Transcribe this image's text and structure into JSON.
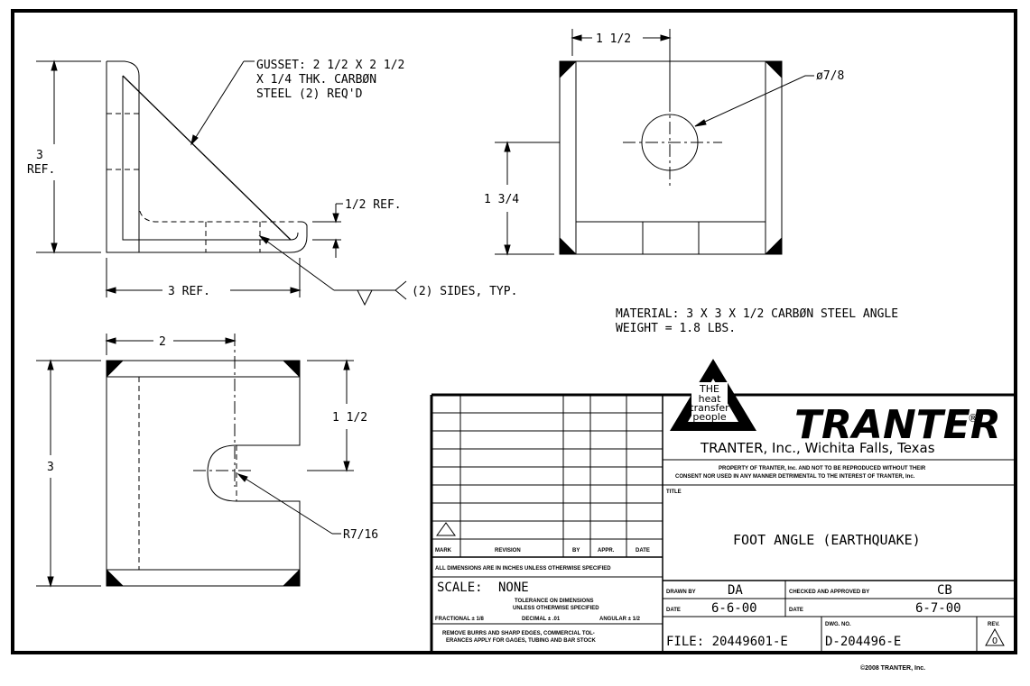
{
  "views": {
    "side": {
      "gusset_note": [
        "GUSSET: 2 1/2 X 2 1/2",
        "X 1/4 THK. CARBØN",
        "STEEL (2) REQ'D"
      ],
      "height_dim": [
        "3",
        "REF."
      ],
      "thickness_dim": "1/2 REF.",
      "width_dim": "3 REF.",
      "weld_note": "(2) SIDES, TYP."
    },
    "top": {
      "hole_offset_dim": "1 1/2",
      "hole_dia": "ø7/8",
      "hole_height_dim": "1 3/4"
    },
    "front": {
      "slot_offset_dim": "2",
      "slot_height_dim": "1 1/2",
      "height_dim": "3",
      "radius_dim": "R7/16"
    },
    "material_note": "MATERIAL: 3 X 3 X 1/2 CARBØN STEEL ANGLE",
    "weight_note": "WEIGHT = 1.8 LBS."
  },
  "revision_block": {
    "headers": [
      "MARK",
      "REVISION",
      "BY",
      "APPR.",
      "DATE"
    ],
    "units_note": "ALL DIMENSIONS ARE IN INCHES UNLESS OTHERWISE SPECIFIED",
    "scale_label": "SCALE:",
    "scale_value": "NONE",
    "tolerance_title": [
      "TOLERANCE ON DIMENSIONS",
      "UNLESS OTHERWISE SPECIFIED"
    ],
    "tolerance_values": {
      "fractional": "FRACTIONAL ±  1/8",
      "decimal": "DECIMAL ±  .01",
      "angular": "ANGULAR ± 1/2"
    },
    "burr_note": [
      "REMOVE BURRS AND SHARP EDGES, COMMERCIAL TOL-",
      "ERANCES APPLY FOR GAGES, TUBING AND BAR STOCK"
    ]
  },
  "title_block": {
    "logo_triangle_text": [
      "THE",
      "heat",
      "transfer",
      "people"
    ],
    "logo_word": "TRANTER",
    "registered_mark": "®",
    "company_line": "TRANTER, Inc., Wichita Falls, Texas",
    "property_note": [
      "PROPERTY OF TRANTER, Inc. AND NOT TO BE REPRODUCED WITHOUT THEIR",
      "CONSENT NOR USED IN ANY MANNER DETRIMENTAL TO THE INTEREST OF TRANTER, Inc."
    ],
    "title_label": "TITLE",
    "title": "FOOT ANGLE (EARTHQUAKE)",
    "drawn_by_label": "DRAWN BY",
    "drawn_by": "DA",
    "checked_label": "CHECKED AND APPROVED BY",
    "checked_by": "CB",
    "date_label": "DATE",
    "drawn_date": "6-6-00",
    "checked_date": "6-7-00",
    "file": "FILE: 20449601-E",
    "dwg_label": "DWG. NO.",
    "dwg_no": "D-204496-E",
    "rev_label": "REV.",
    "rev": "0"
  },
  "copyright": "©2008 TRANTER, Inc."
}
